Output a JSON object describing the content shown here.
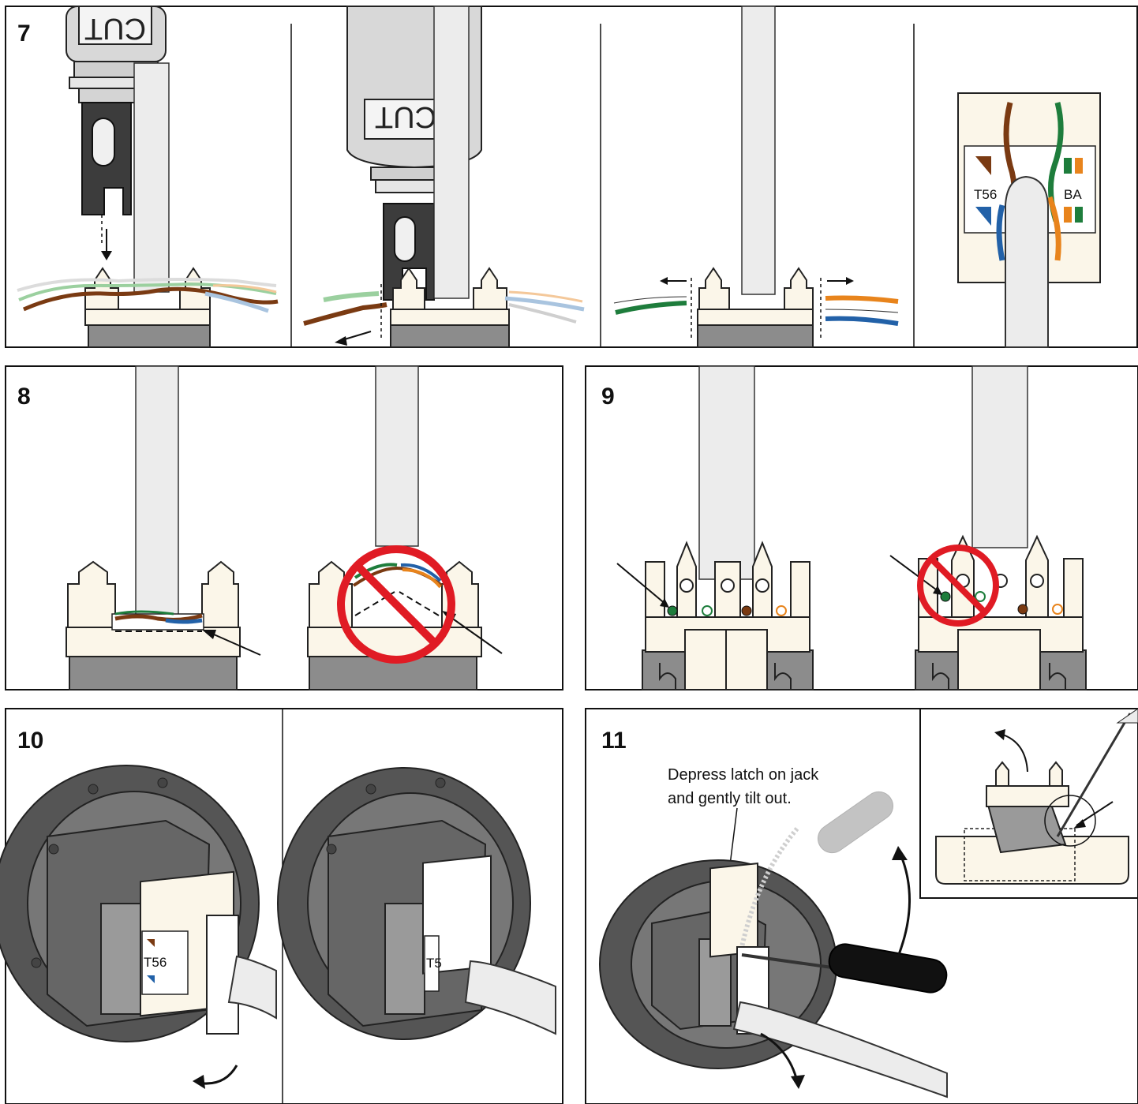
{
  "steps": [
    {
      "number": "7"
    },
    {
      "number": "8"
    },
    {
      "number": "9"
    },
    {
      "number": "10"
    },
    {
      "number": "11"
    }
  ],
  "tool_label": "CUT",
  "jack_labels": {
    "left": "T56",
    "right": "BA",
    "small": "T56",
    "small2": "T5"
  },
  "caption": {
    "line1": "Depress latch on jack",
    "line2": "and gently tilt out."
  },
  "colors": {
    "brown": "#7a3a12",
    "green": "#1e7d3c",
    "orange": "#e8841c",
    "blue": "#2261a8",
    "no_symbol": "#e01b24",
    "housing_dark": "#555555",
    "jack_body": "#fbf6e9"
  }
}
